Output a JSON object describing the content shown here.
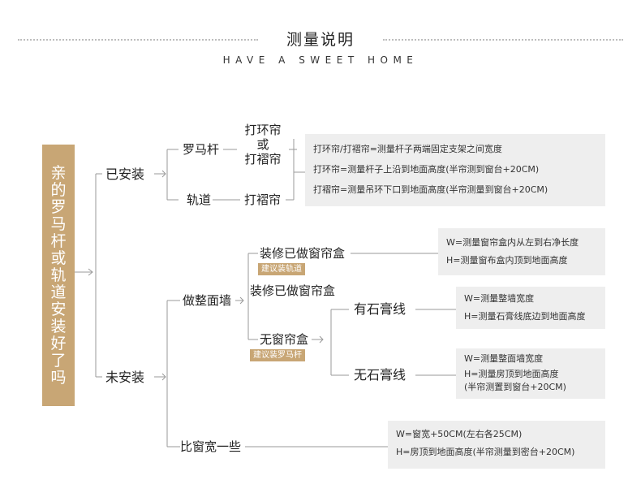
{
  "header": {
    "title": "测量说明",
    "subtitle": "HAVE A SWEET HOME"
  },
  "root": {
    "label": "亲的罗马杆或轨道安装好了吗"
  },
  "installed": {
    "label": "已安装",
    "roman_rod": {
      "label": "罗马杆",
      "hooks": [
        "打环帘",
        "或",
        "打褶帘"
      ]
    },
    "track": {
      "label": "轨道",
      "hook": "打褶帘"
    },
    "panel": [
      "打环帘/打褶帘=测量杆子两端固定支架之间宽度",
      "打环帘=测量杆子上沿到地面高度(半帘测到窗台+20CM)",
      "打褶帘=测量吊环下口到地面高度(半帘测量到窗台+20CM)"
    ]
  },
  "not_installed": {
    "label": "未安装",
    "full_wall": {
      "label": "做整面墙",
      "renovated_box": {
        "label": "装修已做窗帘盒",
        "tag": "建议装轨道",
        "panel": [
          "W=测量窗帘盒内从左到右净长度",
          "H=测量窗布盒内顶到地面高度"
        ]
      },
      "renovated_box_2": {
        "label": "装修已做窗帘盒"
      },
      "no_box": {
        "label": "无窗帘盒",
        "tag": "建议装罗马杆",
        "with_molding": {
          "label": "有石膏线",
          "panel": [
            "W=测量整墙宽度",
            "H=测量石膏线底边到地面高度"
          ]
        },
        "without_molding": {
          "label": "无石膏线",
          "panel": [
            "W=测量整面墙宽度",
            "H=测量房顶到地面高度",
            "(半帘测置到窗台+20CM)"
          ]
        }
      }
    },
    "wider_than_window": {
      "label": "比窗宽一些",
      "panel": [
        "W=窗宽+50CM(左右各25CM)",
        "H=房顶到地面高度(半帘测量到密台+20CM)"
      ]
    }
  }
}
